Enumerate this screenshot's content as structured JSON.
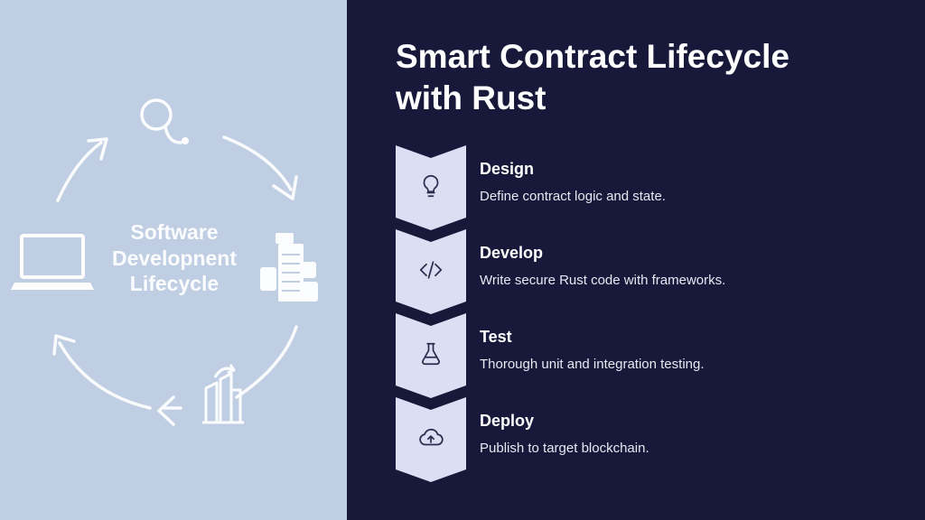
{
  "colors": {
    "left_background": "#c0cee3",
    "right_background": "#18193a",
    "chevron_fill": "#dcdff4",
    "icon_stroke": "#2a2d4d",
    "text": "#ffffff"
  },
  "illustration": {
    "label_lines": [
      "Software",
      "Developnent",
      "Lifecycle"
    ],
    "icons": [
      "search-icon",
      "building-icon",
      "office-icon",
      "laptop-icon"
    ]
  },
  "title_lines": [
    "Smart Contract Lifecycle",
    "with Rust"
  ],
  "steps": [
    {
      "title": "Design",
      "description": "Define contract logic and state.",
      "icon": "lightbulb-icon"
    },
    {
      "title": "Develop",
      "description": "Write secure Rust code with frameworks.",
      "icon": "code-icon"
    },
    {
      "title": "Test",
      "description": "Thorough unit and integration testing.",
      "icon": "flask-icon"
    },
    {
      "title": "Deploy",
      "description": "Publish to target blockchain.",
      "icon": "cloud-upload-icon"
    }
  ]
}
